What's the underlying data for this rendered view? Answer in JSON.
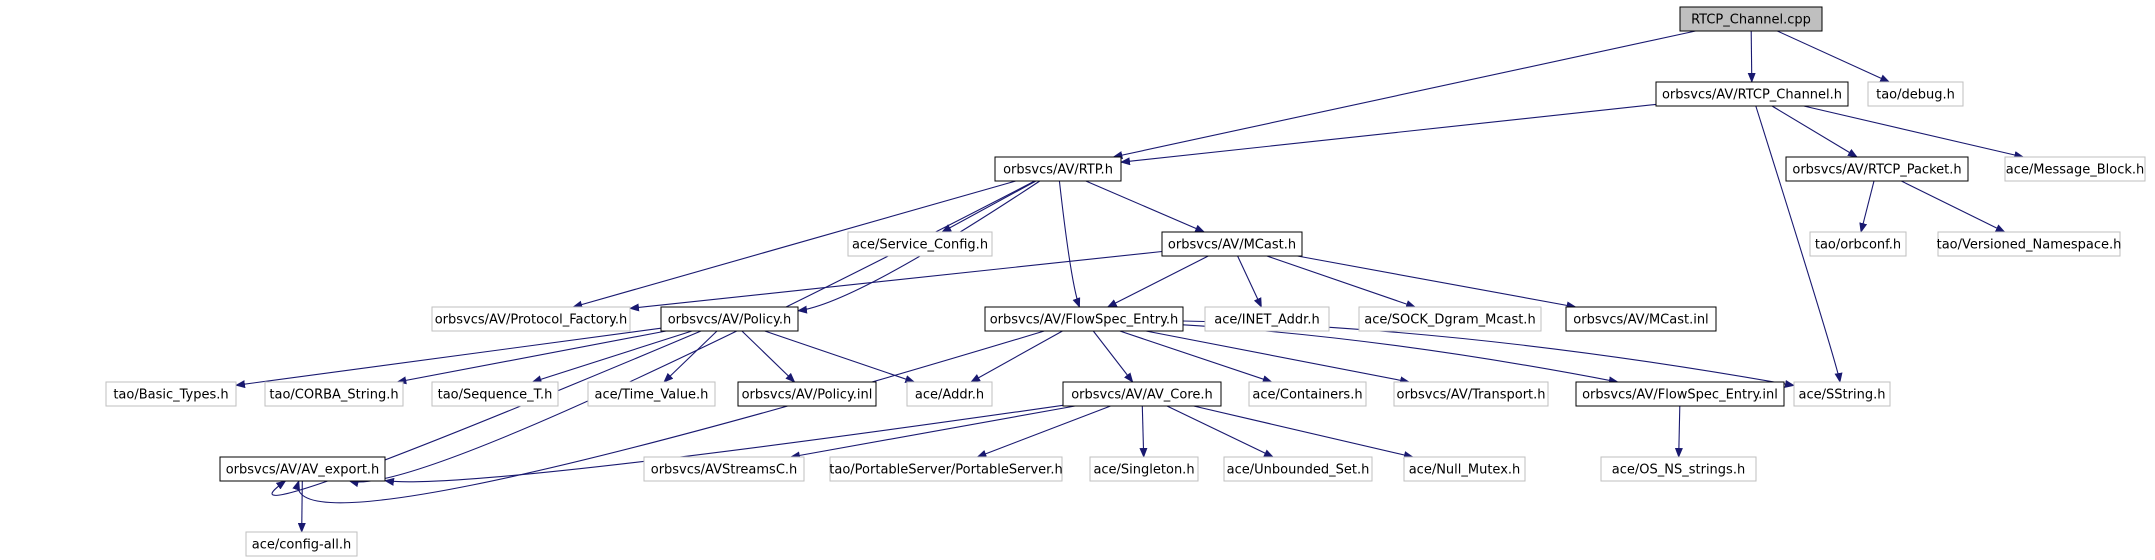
{
  "colors": {
    "edge": "#191970",
    "root_fill": "#bfbfbf",
    "solid_border": "#000000",
    "light_border": "#bfbfbf",
    "text": "#000000"
  },
  "nodes": [
    {
      "id": "rtcp_cpp",
      "label": "RTCP_Channel.cpp",
      "style": "root"
    },
    {
      "id": "rtcp_h",
      "label": "orbsvcs/AV/RTCP_Channel.h",
      "style": "solid"
    },
    {
      "id": "debug",
      "label": "tao/debug.h",
      "style": "light"
    },
    {
      "id": "rtp",
      "label": "orbsvcs/AV/RTP.h",
      "style": "solid"
    },
    {
      "id": "msgblock",
      "label": "ace/Message_Block.h",
      "style": "light"
    },
    {
      "id": "packet",
      "label": "orbsvcs/AV/RTCP_Packet.h",
      "style": "solid"
    },
    {
      "id": "svcconf",
      "label": "ace/Service_Config.h",
      "style": "light"
    },
    {
      "id": "mcast",
      "label": "orbsvcs/AV/MCast.h",
      "style": "solid"
    },
    {
      "id": "orbconf",
      "label": "tao/orbconf.h",
      "style": "light"
    },
    {
      "id": "versioned",
      "label": "tao/Versioned_Namespace.h",
      "style": "light"
    },
    {
      "id": "protofac",
      "label": "orbsvcs/AV/Protocol_Factory.h",
      "style": "light"
    },
    {
      "id": "policy",
      "label": "orbsvcs/AV/Policy.h",
      "style": "solid"
    },
    {
      "id": "flowspec",
      "label": "orbsvcs/AV/FlowSpec_Entry.h",
      "style": "solid"
    },
    {
      "id": "inet",
      "label": "ace/INET_Addr.h",
      "style": "light"
    },
    {
      "id": "sockdgram",
      "label": "ace/SOCK_Dgram_Mcast.h",
      "style": "light"
    },
    {
      "id": "mcastinl",
      "label": "orbsvcs/AV/MCast.inl",
      "style": "solid"
    },
    {
      "id": "basic",
      "label": "tao/Basic_Types.h",
      "style": "light"
    },
    {
      "id": "corbastr",
      "label": "tao/CORBA_String.h",
      "style": "light"
    },
    {
      "id": "seqt",
      "label": "tao/Sequence_T.h",
      "style": "light"
    },
    {
      "id": "timeval",
      "label": "ace/Time_Value.h",
      "style": "light"
    },
    {
      "id": "policyinl",
      "label": "orbsvcs/AV/Policy.inl",
      "style": "solid"
    },
    {
      "id": "addr",
      "label": "ace/Addr.h",
      "style": "light"
    },
    {
      "id": "avcore",
      "label": "orbsvcs/AV/AV_Core.h",
      "style": "solid"
    },
    {
      "id": "containers",
      "label": "ace/Containers.h",
      "style": "light"
    },
    {
      "id": "transport",
      "label": "orbsvcs/AV/Transport.h",
      "style": "light"
    },
    {
      "id": "flowinl",
      "label": "orbsvcs/AV/FlowSpec_Entry.inl",
      "style": "solid"
    },
    {
      "id": "sstring",
      "label": "ace/SString.h",
      "style": "light"
    },
    {
      "id": "avexport",
      "label": "orbsvcs/AV/AV_export.h",
      "style": "solid"
    },
    {
      "id": "avstreamsc",
      "label": "orbsvcs/AVStreamsC.h",
      "style": "light"
    },
    {
      "id": "portable",
      "label": "tao/PortableServer/PortableServer.h",
      "style": "light"
    },
    {
      "id": "singleton",
      "label": "ace/Singleton.h",
      "style": "light"
    },
    {
      "id": "unbounded",
      "label": "ace/Unbounded_Set.h",
      "style": "light"
    },
    {
      "id": "nullmutex",
      "label": "ace/Null_Mutex.h",
      "style": "light"
    },
    {
      "id": "osns",
      "label": "ace/OS_NS_strings.h",
      "style": "light"
    },
    {
      "id": "configall",
      "label": "ace/config-all.h",
      "style": "light"
    }
  ],
  "edges": [
    [
      "rtcp_cpp",
      "rtcp_h"
    ],
    [
      "rtcp_cpp",
      "debug"
    ],
    [
      "rtcp_cpp",
      "rtp"
    ],
    [
      "rtcp_h",
      "rtp"
    ],
    [
      "rtcp_h",
      "msgblock"
    ],
    [
      "rtcp_h",
      "packet"
    ],
    [
      "rtcp_h",
      "sstring"
    ],
    [
      "packet",
      "orbconf"
    ],
    [
      "packet",
      "versioned"
    ],
    [
      "rtp",
      "svcconf"
    ],
    [
      "rtp",
      "mcast"
    ],
    [
      "rtp",
      "protofac"
    ],
    [
      "rtp",
      "policy"
    ],
    [
      "rtp",
      "flowspec"
    ],
    [
      "rtp",
      "avexport"
    ],
    [
      "mcast",
      "protofac"
    ],
    [
      "mcast",
      "flowspec"
    ],
    [
      "mcast",
      "inet"
    ],
    [
      "mcast",
      "sockdgram"
    ],
    [
      "mcast",
      "mcastinl"
    ],
    [
      "policy",
      "basic"
    ],
    [
      "policy",
      "corbastr"
    ],
    [
      "policy",
      "seqt"
    ],
    [
      "policy",
      "timeval"
    ],
    [
      "policy",
      "policyinl"
    ],
    [
      "policy",
      "addr"
    ],
    [
      "policy",
      "avexport"
    ],
    [
      "flowspec",
      "addr"
    ],
    [
      "flowspec",
      "avcore"
    ],
    [
      "flowspec",
      "containers"
    ],
    [
      "flowspec",
      "transport"
    ],
    [
      "flowspec",
      "flowinl"
    ],
    [
      "flowspec",
      "sstring"
    ],
    [
      "flowspec",
      "avexport"
    ],
    [
      "avcore",
      "avexport"
    ],
    [
      "avcore",
      "avstreamsc"
    ],
    [
      "avcore",
      "portable"
    ],
    [
      "avcore",
      "singleton"
    ],
    [
      "avcore",
      "unbounded"
    ],
    [
      "avcore",
      "nullmutex"
    ],
    [
      "flowinl",
      "osns"
    ],
    [
      "avexport",
      "configall"
    ]
  ]
}
